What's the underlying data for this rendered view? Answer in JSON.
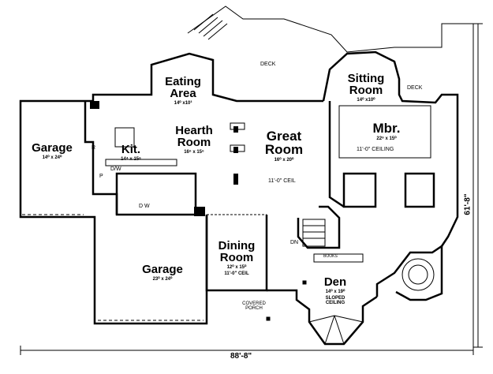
{
  "rooms": {
    "eating_area": {
      "name_line1": "Eating",
      "name_line2": "Area",
      "size": "14⁰ x10³"
    },
    "sitting_room": {
      "name_line1": "Sitting",
      "name_line2": "Room",
      "size": "14⁰ x10⁰"
    },
    "hearth_room": {
      "name_line1": "Hearth",
      "name_line2": "Room",
      "size": "16⁶ x 15⁶"
    },
    "great_room": {
      "name_line1": "Great",
      "name_line2": "Room",
      "size": "16⁰ x 20⁰",
      "ceiling": "11'-0\" CEIL"
    },
    "mbr": {
      "name": "Mbr.",
      "size": "22⁹ x 15⁰",
      "ceiling": "11'-0\" CEILING"
    },
    "garage_left": {
      "name": "Garage",
      "size": "14⁰ x 24⁰"
    },
    "kit": {
      "name": "Kit.",
      "size": "14⁴ x 15⁶"
    },
    "garage_main": {
      "name": "Garage",
      "size": "23⁰ x 24⁰"
    },
    "dining_room": {
      "name_line1": "Dining",
      "name_line2": "Room",
      "size": "12⁰ x 15⁰",
      "ceiling": "11'-0\" CEIL"
    },
    "den": {
      "name": "Den",
      "size": "14⁰ x 19⁰",
      "ceiling_line1": "SLOPED",
      "ceiling_line2": "CEILING"
    }
  },
  "labels": {
    "deck_top": "DECK",
    "deck_right": "DECK",
    "covered_porch_line1": "COVERED",
    "covered_porch_line2": "PORCH",
    "pantry": "P",
    "refrigerator": "R",
    "dw": "D/W",
    "washer_dryer": "D  W",
    "dn": "DN",
    "books": "BOOKS"
  },
  "dimensions": {
    "width": "88'-8\"",
    "depth": "61'-8\""
  }
}
